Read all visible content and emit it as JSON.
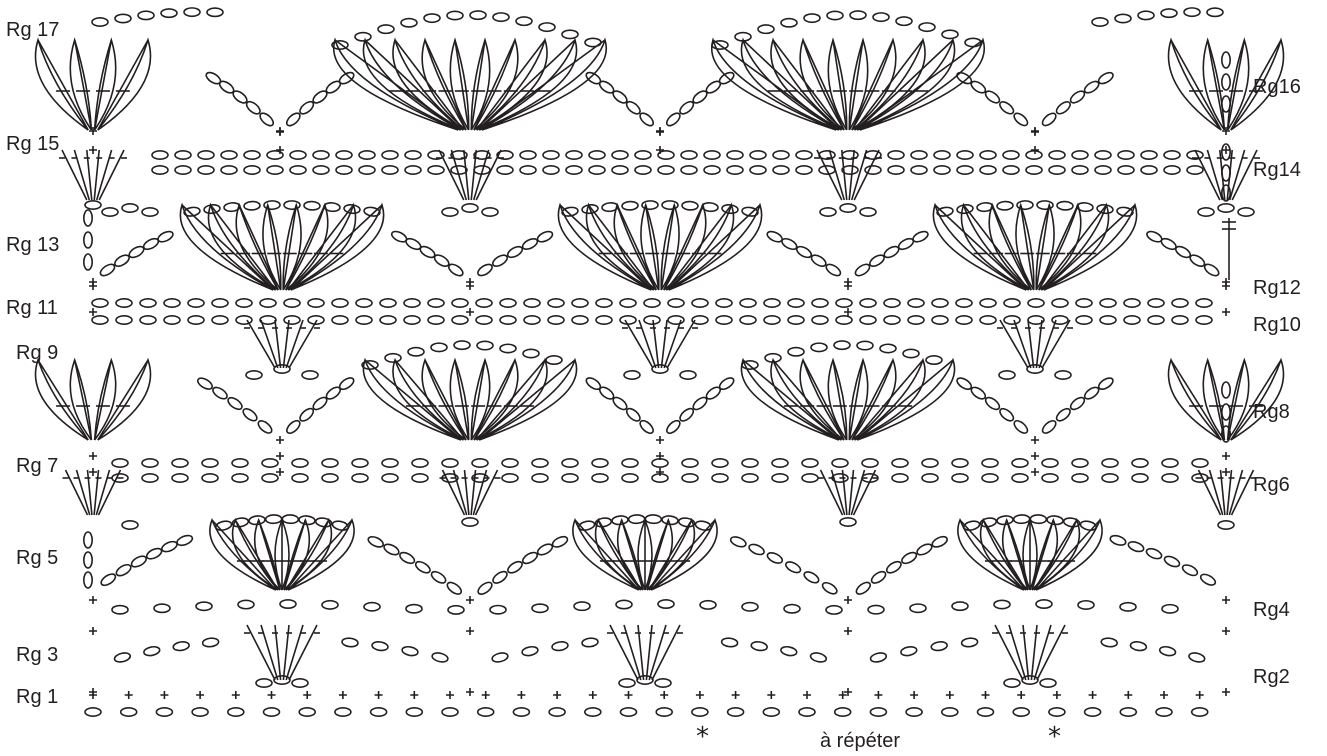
{
  "rows_left": [
    "Rg 17",
    "Rg 15",
    "Rg 13",
    "Rg 11",
    "Rg 9",
    "Rg 7",
    "Rg 5",
    "Rg 3",
    "Rg 1"
  ],
  "rows_right": [
    "Rg16",
    "Rg14",
    "Rg12",
    "Rg10",
    "Rg8",
    "Rg6",
    "Rg4",
    "Rg2"
  ],
  "repeat_label": "à répéter",
  "repeat_marker": "*",
  "colors": {
    "ink": "#231f20",
    "background": "#ffffff"
  }
}
